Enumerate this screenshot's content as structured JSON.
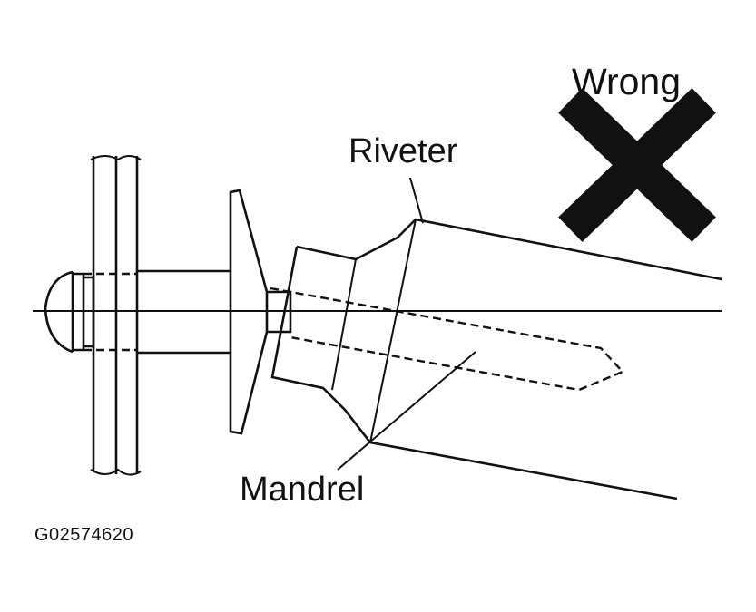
{
  "labels": {
    "wrong": "Wrong",
    "riveter": "Riveter",
    "mandrel": "Mandrel",
    "figure_code": "G02574620"
  },
  "colors": {
    "ink": "#111111",
    "background": "#ffffff"
  },
  "icons": [
    "x-mark-icon"
  ]
}
